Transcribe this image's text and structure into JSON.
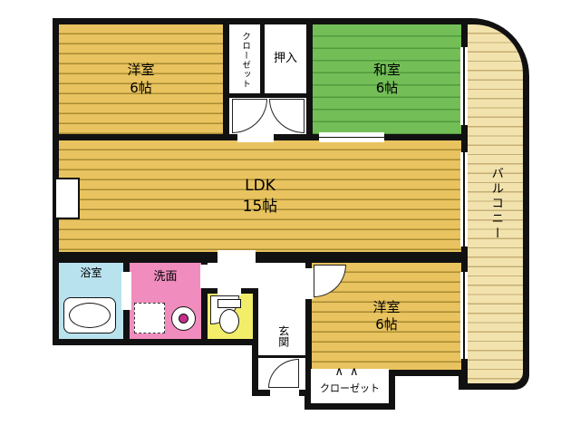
{
  "rooms": {
    "yoshitsu_top": {
      "label": "洋室",
      "size": "6帖"
    },
    "closet_top": {
      "label": "クローゼット"
    },
    "oshiire": {
      "label": "押入"
    },
    "washitsu": {
      "label": "和室",
      "size": "6帖"
    },
    "ldk": {
      "label": "LDK",
      "size": "15帖"
    },
    "balcony": {
      "label": "バルコニー"
    },
    "bathroom": {
      "label": "浴室"
    },
    "washroom": {
      "label": "洗面"
    },
    "genkan": {
      "label": "玄関"
    },
    "yoshitsu_bottom": {
      "label": "洋室",
      "size": "6帖"
    },
    "closet_bottom": {
      "label": "クローゼット"
    }
  },
  "icons": {
    "bifold_door": "∧∧"
  },
  "colors": {
    "wall": "#111111",
    "room_yellow": "#E8C35F",
    "stripe_brown": "#A98B33",
    "tatami_green": "#74BE58",
    "tatami_line": "#4F9C3C",
    "balcony_cream": "#F2E3AE",
    "balcony_line": "#C6AE74",
    "bath_blue": "#B9E2EF",
    "wash_pink": "#F08CBE",
    "toilet_yellow": "#F2EE6A"
  }
}
